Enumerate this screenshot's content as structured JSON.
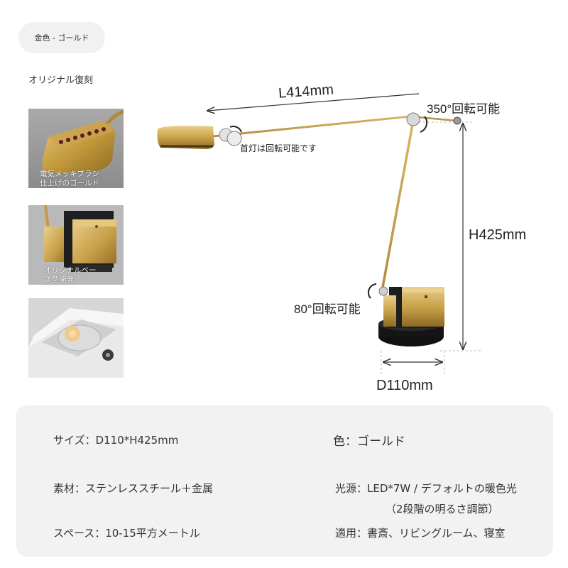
{
  "color_option": {
    "label": "金色 - ゴールド"
  },
  "subtitle": "オリジナル復刻",
  "thumbnails": [
    {
      "caption": [
        "電気メッキブラシ",
        "仕上げのゴールド"
      ]
    },
    {
      "caption": [
        "オリジナルベー",
        "ス型開発"
      ]
    },
    {
      "caption": []
    }
  ],
  "diagram": {
    "length": "L414mm",
    "height": "H425mm",
    "depth": "D110mm",
    "arm_rotation": "350°回転可能",
    "base_rotation": "80°回転可能",
    "head_rotation": "首灯は回転可能です"
  },
  "specs": {
    "size": "サイズ：D110*H425mm",
    "color": "色：ゴールド",
    "material": "素材：ステンレススチール＋金属",
    "light_source": "光源：LED*7W / デフォルトの暖色光",
    "light_source_note": "（2段階の明るさ調節）",
    "space": "スペース：10-15平方メートル",
    "usage": "適用：書斎、リビングルーム、寝室"
  },
  "colors": {
    "gold": "#c9a24a",
    "black": "#1c1c1c",
    "panel": "#f2f2f2"
  }
}
